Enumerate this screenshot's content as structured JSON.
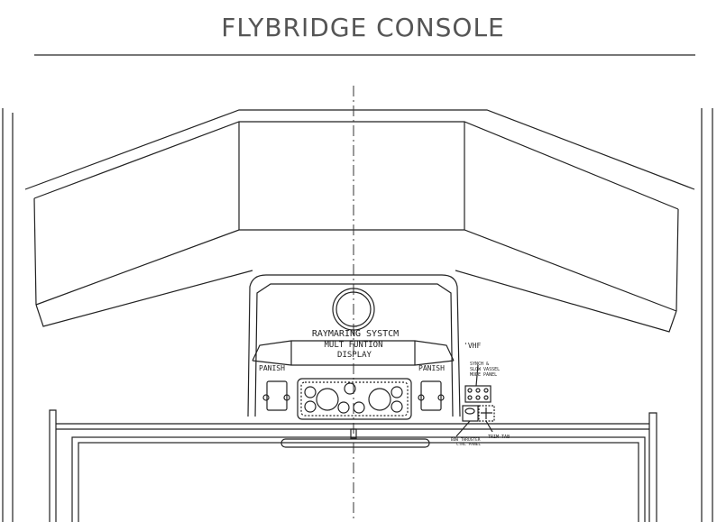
{
  "title": "FLYBRIDGE CONSOLE",
  "labels": {
    "mfd_line1": "RAYMARING SYSTCM",
    "mfd_line2": "MULT FUNTION",
    "mfd_line3": "DISPLAY",
    "panish_left": "PANISH",
    "panish_right": "PANISH",
    "vhf": "'VHF",
    "synch_line1": "SYNCH &",
    "synch_line2": "SLOW VASSEL",
    "synch_line3": "MODE PANEL",
    "bow_line1": "BOW THRUSTER",
    "bow_line2": "CTRL PANEL",
    "trim_tab": "TRIM TAB"
  }
}
